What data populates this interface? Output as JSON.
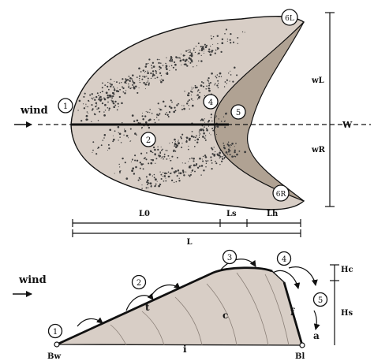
{
  "top_view": {
    "wind_label": "wind",
    "zones": [
      "1",
      "2",
      "4",
      "5",
      "6L",
      "6R"
    ],
    "right_dims": {
      "wL": "wL",
      "W": "W",
      "wR": "wR"
    },
    "bottom_dims": {
      "L0": "L0",
      "Ls": "Ls",
      "Lh": "Lh",
      "L": "L"
    }
  },
  "profile_view": {
    "wind_label": "wind",
    "zones": [
      "1",
      "2",
      "3",
      "4",
      "5"
    ],
    "letters": {
      "t": "t",
      "c": "c",
      "f": "f",
      "a": "a",
      "i": "i"
    },
    "points": {
      "Bw": "Bw",
      "Bl": "Bl"
    },
    "heights": {
      "Hc": "Hc",
      "Hs": "Hs"
    }
  },
  "colors": {
    "body_fill": "#d8cec6",
    "slipface_fill": "#b0a293",
    "outline": "#111111",
    "vegetation": "#3c3c3c"
  }
}
